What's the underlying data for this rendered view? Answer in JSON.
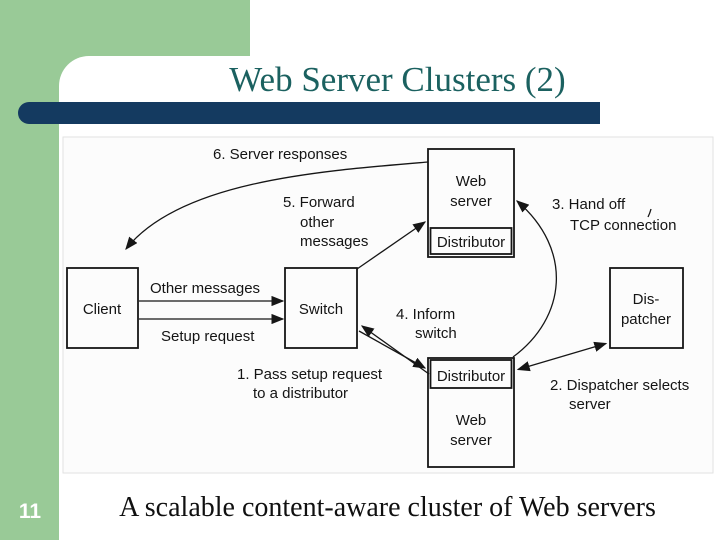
{
  "slide": {
    "title": "Web Server Clusters (2)",
    "page_number": "11",
    "caption": "A scalable content-aware cluster of Web servers"
  },
  "colors": {
    "green_panel": "#99CA97",
    "navy_bar": "#143A60",
    "title_teal": "#1B6160"
  },
  "diagram": {
    "boxes": {
      "client": "Client",
      "switch": "Switch",
      "top_server": {
        "line1": "Web",
        "line2": "server",
        "sub": "Distributor"
      },
      "bottom_server": {
        "sub": "Distributor",
        "line1": "Web",
        "line2": "server"
      },
      "dispatcher": {
        "line1": "Dis-",
        "line2": "patcher"
      }
    },
    "labels": {
      "server_responses": "6. Server responses",
      "forward_1": "5. Forward",
      "forward_2": "other",
      "forward_3": "messages",
      "handoff_1": "3. Hand off",
      "handoff_2": "TCP connection",
      "other_messages": "Other messages",
      "setup_request": "Setup request",
      "inform_1": "4. Inform",
      "inform_2": "switch",
      "pass_1": "1. Pass setup request",
      "pass_2": "to a distributor",
      "selects_1": "2. Dispatcher selects",
      "selects_2": "server"
    }
  }
}
